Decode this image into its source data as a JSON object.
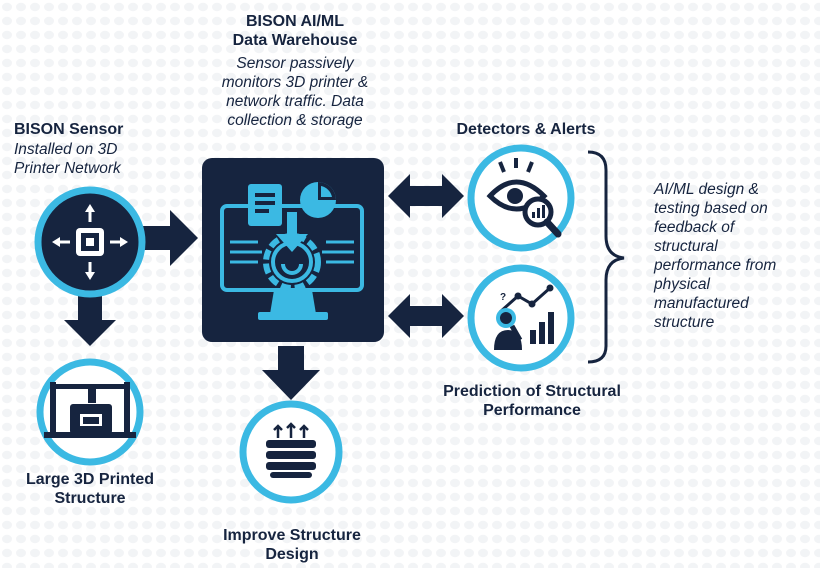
{
  "warehouse": {
    "title_line1": "BISON AI/ML",
    "title_line2": "Data Warehouse",
    "desc_line1": "Sensor passively",
    "desc_line2": "monitors 3D printer &",
    "desc_line3": "network traffic. Data",
    "desc_line4": "collection & storage"
  },
  "sensor": {
    "title": "BISON Sensor",
    "desc_line1": "Installed on 3D",
    "desc_line2": "Printer Network"
  },
  "detectors": {
    "title": "Detectors & Alerts"
  },
  "prediction": {
    "line1": "Prediction of Structural",
    "line2": "Performance"
  },
  "structure": {
    "line1": "Large 3D Printed",
    "line2": "Structure"
  },
  "improve": {
    "line1": "Improve Structure",
    "line2": "Design"
  },
  "feedback": {
    "line1": "AI/ML design &",
    "line2": "testing based on",
    "line3": "feedback of",
    "line4": "structural",
    "line5": "performance from",
    "line6": "physical",
    "line7": "manufactured",
    "line8": "structure"
  },
  "colors": {
    "navy": "#16243f",
    "cyan": "#3bb9e3",
    "dots": "#e6e8ec"
  },
  "icons": [
    "chip-icon",
    "monitor-gear-icon",
    "eye-magnifier-icon",
    "analyst-chart-icon",
    "printer-frame-icon",
    "layers-icon"
  ]
}
